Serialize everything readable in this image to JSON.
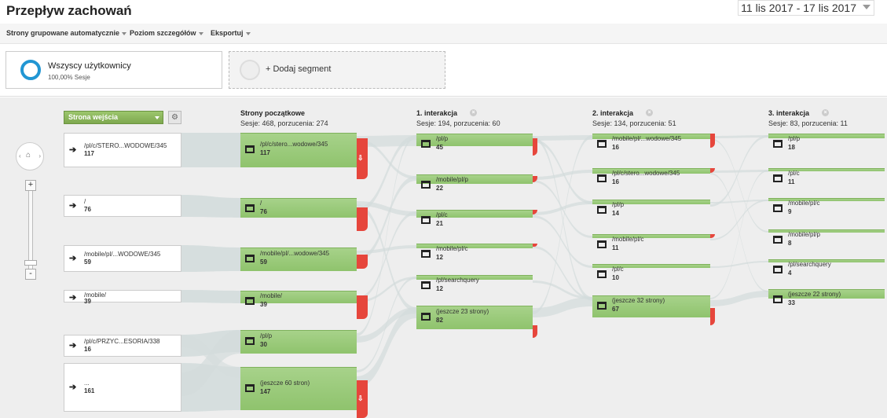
{
  "header": {
    "title": "Przepływ zachowań",
    "date_range": "11 lis 2017 - 17 lis 2017"
  },
  "toolbar": {
    "grouping_label": "Strony grupowane automatycznie",
    "detail_label": "Poziom szczegółów",
    "export_label": "Eksportuj"
  },
  "segments": {
    "active": {
      "name": "Wszyscy użytkownicy",
      "sub": "100,00% Sesje",
      "color": "#2196d3"
    },
    "add_label": "+ Dodaj segment"
  },
  "flow": {
    "dimension_selector": "Strona wejścia",
    "columns": [
      {
        "title": "Strony początkowe",
        "stats": "Sesje: 468, porzucenia: 274"
      },
      {
        "title": "1. interakcja",
        "stats": "Sesje: 194, porzucenia: 60"
      },
      {
        "title": "2. interakcja",
        "stats": "Sesje: 134, porzucenia: 51"
      },
      {
        "title": "3. interakcja",
        "stats": "Sesje: 83, porzucenia: 11"
      }
    ],
    "sources": [
      {
        "path": "/pl/c/STERO...WODOWE/345",
        "count": "117"
      },
      {
        "path": "/",
        "count": "76"
      },
      {
        "path": "/mobile/pl/...WODOWE/345",
        "count": "59"
      },
      {
        "path": "/mobile/",
        "count": "39"
      },
      {
        "path": "/pl/c/PRZYC...ESORIA/338",
        "count": "16"
      },
      {
        "path": "...",
        "count": "161"
      }
    ],
    "col0": [
      {
        "path": "/pl/c/stero...wodowe/345",
        "count": "117"
      },
      {
        "path": "/",
        "count": "76"
      },
      {
        "path": "/mobile/pl/...wodowe/345",
        "count": "59"
      },
      {
        "path": "/mobile/",
        "count": "39"
      },
      {
        "path": "/pl/p",
        "count": "30"
      },
      {
        "path": "(jeszcze 60 stron)",
        "count": "147"
      }
    ],
    "col1": [
      {
        "path": "/pl/p",
        "count": "45"
      },
      {
        "path": "/mobile/pl/p",
        "count": "22"
      },
      {
        "path": "/pl/c",
        "count": "21"
      },
      {
        "path": "/mobile/pl/c",
        "count": "12"
      },
      {
        "path": "/pl/searchquery",
        "count": "12"
      },
      {
        "path": "(jeszcze 23 strony)",
        "count": "82"
      }
    ],
    "col2": [
      {
        "path": "/mobile/pl/...wodowe/345",
        "count": "16"
      },
      {
        "path": "/pl/c/stero...wodowe/345",
        "count": "16"
      },
      {
        "path": "/pl/p",
        "count": "14"
      },
      {
        "path": "/mobile/pl/c",
        "count": "11"
      },
      {
        "path": "/pl/c",
        "count": "10"
      },
      {
        "path": "(jeszcze 32 strony)",
        "count": "67"
      }
    ],
    "col3": [
      {
        "path": "/pl/p",
        "count": "18"
      },
      {
        "path": "/pl/c",
        "count": "11"
      },
      {
        "path": "/mobile/pl/c",
        "count": "9"
      },
      {
        "path": "/mobile/pl/p",
        "count": "8"
      },
      {
        "path": "/pl/searchquery",
        "count": "4"
      },
      {
        "path": "(jeszcze 22 strony)",
        "count": "33"
      }
    ],
    "colors": {
      "node": "#93c572",
      "drop": "#e6463c",
      "link": "#d3dcdc"
    }
  }
}
